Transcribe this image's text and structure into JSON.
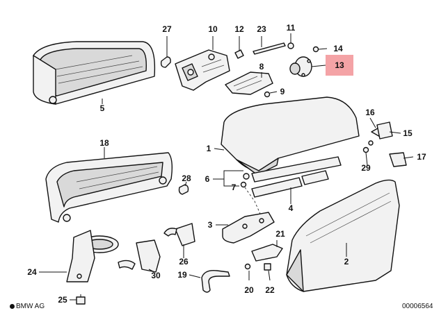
{
  "callouts": {
    "c1": "1",
    "c2": "2",
    "c3": "3",
    "c4": "4",
    "c5": "5",
    "c6": "6",
    "c7": "7",
    "c8": "8",
    "c9": "9",
    "c10": "10",
    "c11": "11",
    "c12": "12",
    "c13": "13",
    "c14": "14",
    "c15": "15",
    "c16": "16",
    "c17": "17",
    "c18": "18",
    "c19": "19",
    "c20": "20",
    "c21": "21",
    "c22": "22",
    "c23": "23",
    "c24": "24",
    "c25": "25",
    "c26": "26",
    "c27": "27",
    "c28": "28",
    "c29": "29",
    "c30": "30"
  },
  "highlighted_part": "13",
  "highlight_color": "#f4a3a6",
  "footer": {
    "brand": "BMW AG",
    "diagram_number": "00006564"
  }
}
